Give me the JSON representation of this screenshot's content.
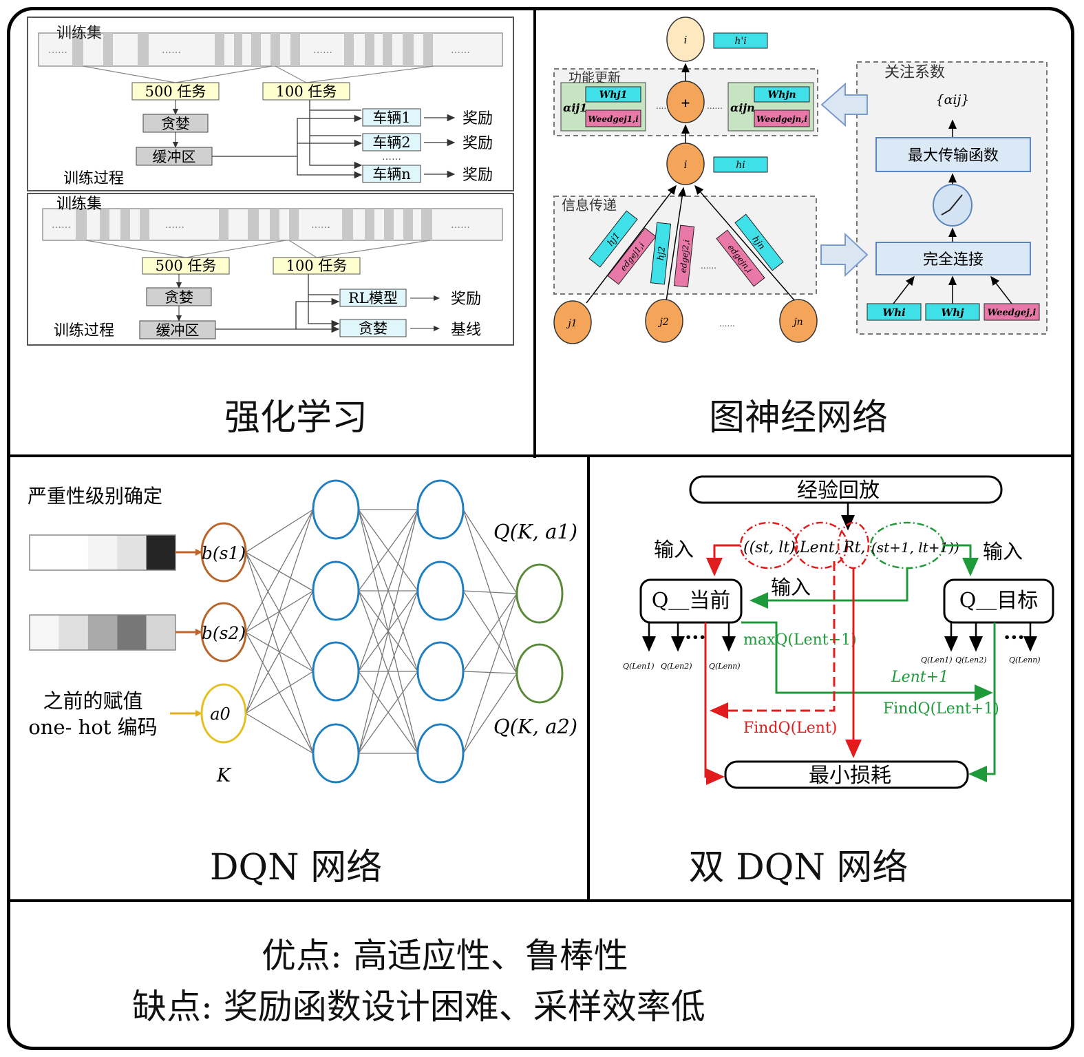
{
  "panels": {
    "rl": {
      "caption": "强化学习",
      "top": {
        "train_set": "训练集",
        "tasks_a": "500 任务",
        "tasks_b": "100 任务",
        "greedy": "贪婪",
        "buffer": "缓冲区",
        "process": "训练过程",
        "vehicle1": "车辆1",
        "vehicle2": "车辆2",
        "vehicle_n": "车辆n",
        "reward": "奖励",
        "dots": "……"
      },
      "bottom": {
        "train_set": "训练集",
        "tasks_a": "500 任务",
        "tasks_b": "100 任务",
        "greedy": "贪婪",
        "buffer": "缓冲区",
        "process": "训练过程",
        "rl_model": "RL模型",
        "greedy_box": "贪婪",
        "reward": "奖励",
        "baseline": "基线"
      }
    },
    "gnn": {
      "caption": "图神经网络",
      "update_label": "功能更新",
      "message_label": "信息传递",
      "attention_label": "关注系数",
      "alpha_set": "{αij}",
      "max_transfer": "最大传输函数",
      "fully_connected": "完全连接",
      "node_i": "i",
      "plus": "+",
      "h_i_prime": "h'i",
      "h_i": "hi",
      "alpha1": "αij1",
      "alpha_n": "αijn",
      "wh_j1": "Whj1",
      "wh_jn": "Whjn",
      "we_edge_j1": "Weedgej1,i",
      "we_edge_jn": "Weedgejn,i",
      "j1": "j1",
      "j2": "j2",
      "jn": "jn",
      "h_j1": "hj1",
      "h_j2": "hj2",
      "h_jn": "hjn",
      "edge_j1": "edgej1,i",
      "edge_j2": "edgej2,i",
      "edge_jn": "edgejn,i",
      "wh_i": "Whi",
      "wh_j": "Whj",
      "we_edge_ji": "Weedgej,i",
      "dots": "......"
    },
    "dqn": {
      "caption": "DQN 网络",
      "severity": "严重性级别确定",
      "prev_assign_1": "之前的赋值",
      "prev_assign_2": "one- hot 编码",
      "b_s1": "b(s1)",
      "b_s2": "b(s2)",
      "a0": "a0",
      "k": "K",
      "q_a1": "Q(K, a1)",
      "q_a2": "Q(K, a2)",
      "grayscale_1": [
        "#ffffff",
        "#ffffff",
        "#f4f4f4",
        "#e2e2e2",
        "#252525"
      ],
      "grayscale_2": [
        "#f6f6f6",
        "#e0e0e0",
        "#aaaaaa",
        "#777777",
        "#d6d6d6"
      ]
    },
    "ddqn": {
      "caption": "双 DQN 网络",
      "replay": "经验回放",
      "input": "输入",
      "q_current": "Q＿当前",
      "q_target": "Q＿目标",
      "min_loss": "最小损耗",
      "tuple_s": "((st, lt),",
      "tuple_len": "Lent,",
      "tuple_r": "Rt,",
      "tuple_next": "(st+1, lt+1))",
      "max_q": "maxQ(Lent+1)",
      "len_next": "Lent+1",
      "find_q_next": "FindQ(Lent+1)",
      "find_q": "FindQ(Lent)",
      "q_len1": "Q(Len1)",
      "q_len2": "Q(Len2)",
      "q_lenn": "Q(Lenn)",
      "dots": "•••"
    }
  },
  "summary": {
    "pros": "优点: 高适应性、鲁棒性",
    "cons": "缺点: 奖励函数设计困难、采样效率低"
  },
  "colors": {
    "red": "#e21c1c",
    "green": "#1e9a3a",
    "blue_node": "#1f7fc0",
    "orange_node": "#f0a050",
    "cyan_box": "#40e0e8",
    "pink_box": "#e878a8"
  }
}
